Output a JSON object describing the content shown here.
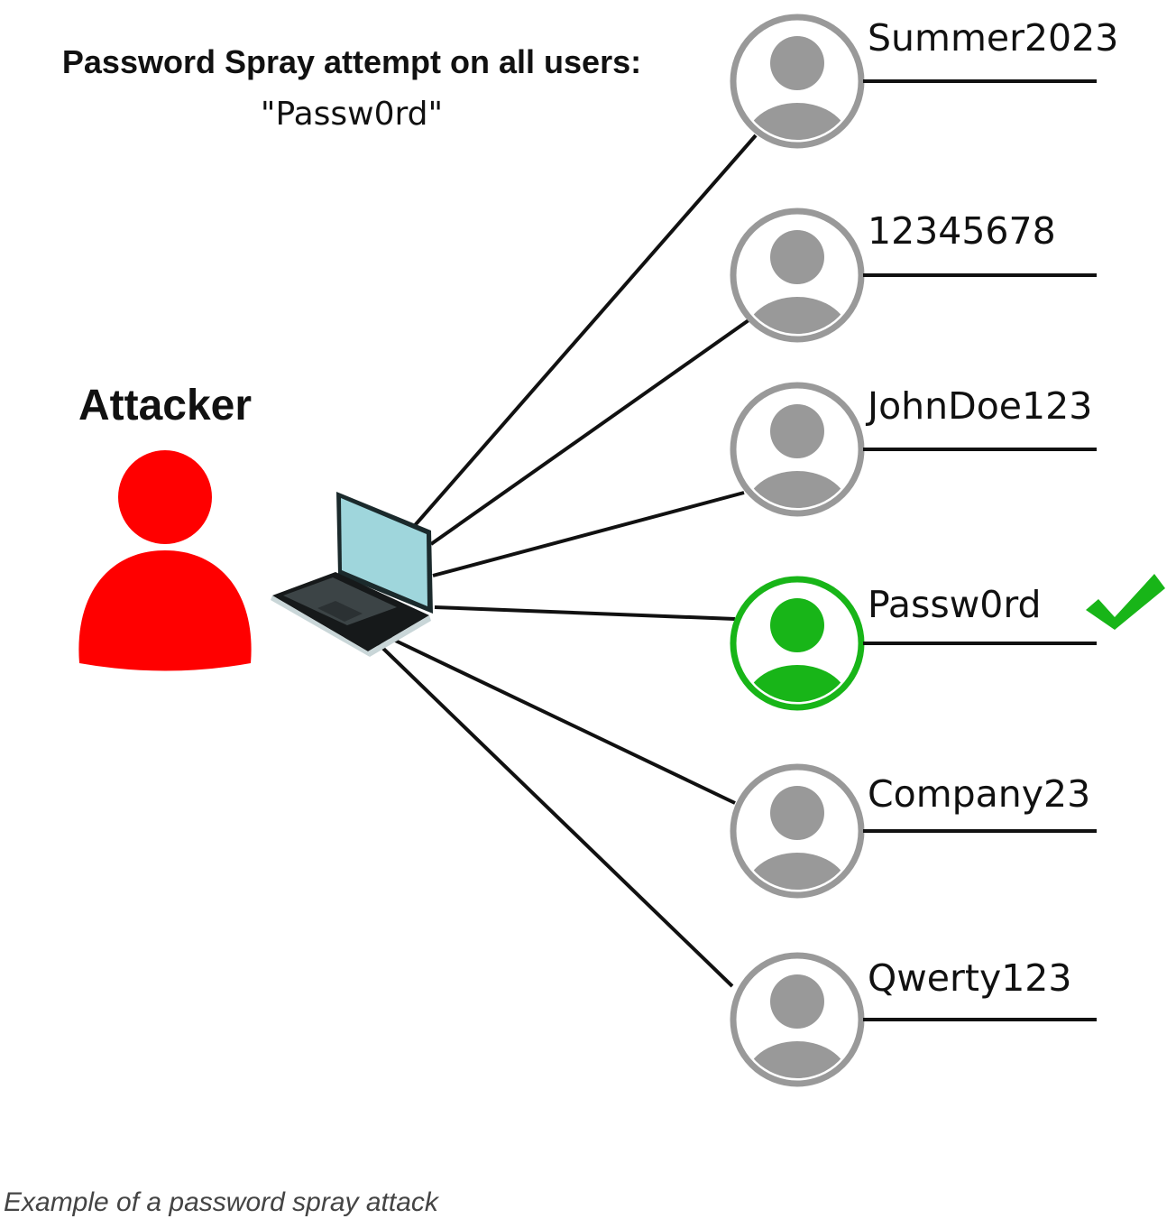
{
  "heading": "Password Spray attempt on all users:",
  "sprayed_password": "\"Passw0rd\"",
  "attacker_label": "Attacker",
  "users": [
    {
      "password": "Summer2023",
      "status": "failed"
    },
    {
      "password": "12345678",
      "status": "failed"
    },
    {
      "password": "JohnDoe123",
      "status": "failed"
    },
    {
      "password": "Passw0rd",
      "status": "success"
    },
    {
      "password": "Company23",
      "status": "failed"
    },
    {
      "password": "Qwerty123",
      "status": "failed"
    }
  ],
  "caption": "Example of a password spray attack",
  "colors": {
    "attacker": "#ff0000",
    "user_default": "#999999",
    "user_success": "#18b518",
    "checkmark": "#18b518",
    "line": "#111111",
    "laptop_screen": "#9fd6dc"
  },
  "icons": {
    "attacker": "person-icon",
    "device": "laptop-icon",
    "user": "user-avatar-icon",
    "success": "checkmark-icon"
  }
}
